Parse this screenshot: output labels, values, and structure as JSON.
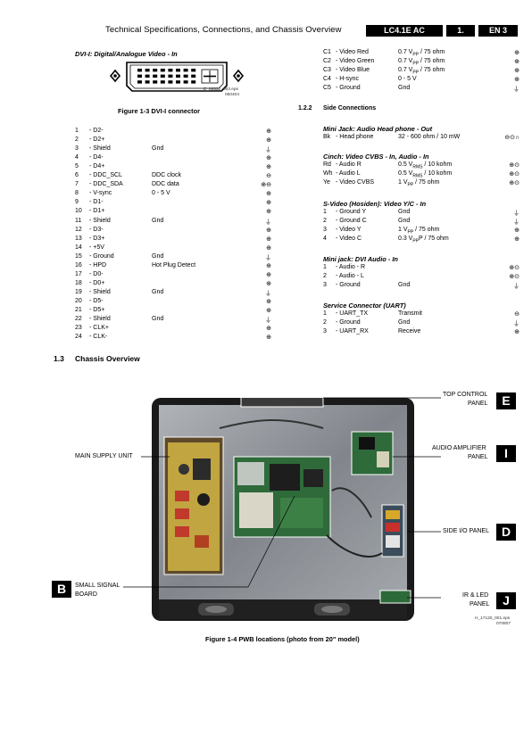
{
  "header": {
    "title": "Technical Specifications, Connections, and Chassis Overview",
    "model": "LC4.1E AC",
    "section": "1.",
    "page": "EN 3"
  },
  "dvi": {
    "title": "DVI-I: Digital/Analogue Video - In",
    "image_code_1": "E_06532_063.eps",
    "image_code_2": "060404",
    "caption": "Figure 1-3 DVI-I connector",
    "pins": [
      {
        "n": "1",
        "name": "- D2-",
        "desc": "",
        "sym": "⊕"
      },
      {
        "n": "2",
        "name": "- D2+",
        "desc": "",
        "sym": "⊕"
      },
      {
        "n": "3",
        "name": "- Shield",
        "desc": "Gnd",
        "sym": "⏚"
      },
      {
        "n": "4",
        "name": "- D4-",
        "desc": "",
        "sym": "⊕"
      },
      {
        "n": "5",
        "name": "- D4+",
        "desc": "",
        "sym": "⊕"
      },
      {
        "n": "6",
        "name": "- DDC_SCL",
        "desc": "DDC clock",
        "sym": "⊖"
      },
      {
        "n": "7",
        "name": "- DDC_SDA",
        "desc": "DDC data",
        "sym": "⊕⊖"
      },
      {
        "n": "8",
        "name": "- V-sync",
        "desc": "0 - 5 V",
        "sym": "⊕"
      },
      {
        "n": "9",
        "name": "- D1-",
        "desc": "",
        "sym": "⊕"
      },
      {
        "n": "10",
        "name": "- D1+",
        "desc": "",
        "sym": "⊕"
      },
      {
        "n": "11",
        "name": "- Shield",
        "desc": "Gnd",
        "sym": "⏚"
      },
      {
        "n": "12",
        "name": "- D3-",
        "desc": "",
        "sym": "⊕"
      },
      {
        "n": "13",
        "name": "- D3+",
        "desc": "",
        "sym": "⊕"
      },
      {
        "n": "14",
        "name": "- +5V",
        "desc": "",
        "sym": "⊕"
      },
      {
        "n": "15",
        "name": "- Ground",
        "desc": "Gnd",
        "sym": "⏚"
      },
      {
        "n": "16",
        "name": "- HPD",
        "desc": "Hot Plug Detect",
        "sym": "⊕"
      },
      {
        "n": "17",
        "name": "- D0-",
        "desc": "",
        "sym": "⊕"
      },
      {
        "n": "18",
        "name": "- D0+",
        "desc": "",
        "sym": "⊕"
      },
      {
        "n": "19",
        "name": "- Shield",
        "desc": "Gnd",
        "sym": "⏚"
      },
      {
        "n": "20",
        "name": "- D5-",
        "desc": "",
        "sym": "⊕"
      },
      {
        "n": "21",
        "name": "- D5+",
        "desc": "",
        "sym": "⊕"
      },
      {
        "n": "22",
        "name": "- Shield",
        "desc": "Gnd",
        "sym": "⏚"
      },
      {
        "n": "23",
        "name": "- CLK+",
        "desc": "",
        "sym": "⊕"
      },
      {
        "n": "24",
        "name": "- CLK-",
        "desc": "",
        "sym": "⊕"
      }
    ]
  },
  "vga_pins": [
    {
      "n": "C1",
      "name": "- Video Red",
      "desc": "0.7 V",
      "sub": "PP",
      "tail": " / 75 ohm",
      "sym": "⊕"
    },
    {
      "n": "C2",
      "name": "- Video Green",
      "desc": "0.7 V",
      "sub": "PP",
      "tail": " / 75 ohm",
      "sym": "⊕"
    },
    {
      "n": "C3",
      "name": "- Video Blue",
      "desc": "0.7 V",
      "sub": "PP",
      "tail": " / 75 ohm",
      "sym": "⊕"
    },
    {
      "n": "C4",
      "name": "- H-sync",
      "desc": "0 - 5 V",
      "sub": "",
      "tail": "",
      "sym": "⊕"
    },
    {
      "n": "C5",
      "name": "- Ground",
      "desc": "Gnd",
      "sub": "",
      "tail": "",
      "sym": "⏚"
    }
  ],
  "side_connections": {
    "number": "1.2.2",
    "title": "Side Connections",
    "groups": [
      {
        "title": "Mini Jack: Audio Head phone - Out",
        "rows": [
          {
            "n": "Bk",
            "name": "- Head phone",
            "desc": "32 - 600 ohm / 10 mW",
            "sub": "",
            "tail": "",
            "sym": "⊖⊙∩"
          }
        ]
      },
      {
        "title": "Cinch: Video CVBS - In, Audio - In",
        "rows": [
          {
            "n": "Rd",
            "name": "- Audio R",
            "desc": "0.5 V",
            "sub": "RMS",
            "tail": " / 10 kohm",
            "sym": "⊕⊙"
          },
          {
            "n": "Wh",
            "name": "- Audio L",
            "desc": "0.5 V",
            "sub": "RMS",
            "tail": " / 10 kohm",
            "sym": "⊕⊙"
          },
          {
            "n": "Ye",
            "name": "- Video CVBS",
            "desc": "1 V",
            "sub": "PP",
            "tail": " / 75 ohm",
            "sym": "⊕⊙"
          }
        ]
      },
      {
        "title": "S-Video (Hosiden): Video Y/C - In",
        "rows": [
          {
            "n": "1",
            "name": "- Ground Y",
            "desc": "Gnd",
            "sub": "",
            "tail": "",
            "sym": "⏚"
          },
          {
            "n": "2",
            "name": "- Ground C",
            "desc": "Gnd",
            "sub": "",
            "tail": "",
            "sym": "⏚"
          },
          {
            "n": "3",
            "name": "- Video Y",
            "desc": "1 V",
            "sub": "PP",
            "tail": " / 75 ohm",
            "sym": "⊕"
          },
          {
            "n": "4",
            "name": "- Video C",
            "desc": "0.3 V",
            "sub": "PP",
            "tail": "P / 75 ohm",
            "sym": "⊕"
          }
        ]
      },
      {
        "title": "Mini jack: DVI Audio - In",
        "rows": [
          {
            "n": "1",
            "name": "- Audio - R",
            "desc": "",
            "sub": "",
            "tail": "",
            "sym": "⊕⊙"
          },
          {
            "n": "2",
            "name": "- Audio - L",
            "desc": "",
            "sub": "",
            "tail": "",
            "sym": "⊕⊙"
          },
          {
            "n": "3",
            "name": "- Ground",
            "desc": "Gnd",
            "sub": "",
            "tail": "",
            "sym": "⏚"
          }
        ]
      },
      {
        "title": "Service Connector (UART)",
        "rows": [
          {
            "n": "1",
            "name": "- UART_TX",
            "desc": "Transmit",
            "sub": "",
            "tail": "",
            "sym": "⊖"
          },
          {
            "n": "2",
            "name": "- Ground",
            "desc": "Gnd",
            "sub": "",
            "tail": "",
            "sym": "⏚"
          },
          {
            "n": "3",
            "name": "- UART_RX",
            "desc": "Receive",
            "sub": "",
            "tail": "",
            "sym": "⊕"
          }
        ]
      }
    ]
  },
  "chassis": {
    "number": "1.3",
    "title": "Chassis Overview",
    "labels": {
      "top_control_1": "TOP CONTROL",
      "top_control_2": "PANEL",
      "audio_amp_1": "AUDIO AMPLIFIER",
      "audio_amp_2": "PANEL",
      "side_io": "SIDE I/O PANEL",
      "ir_led_1": "IR & LED",
      "ir_led_2": "PANEL",
      "main_supply": "MAIN SUPPLY UNIT",
      "small_signal_1": "SMALL SIGNAL",
      "small_signal_2": "BOARD"
    },
    "letters": {
      "e": "E",
      "i": "I",
      "d": "D",
      "j": "J",
      "b": "B"
    },
    "image_code_1": "H_17120_001.eps",
    "image_code_2": "070807",
    "caption": "Figure 1-4 PWB locations (photo from 20\" model)"
  }
}
